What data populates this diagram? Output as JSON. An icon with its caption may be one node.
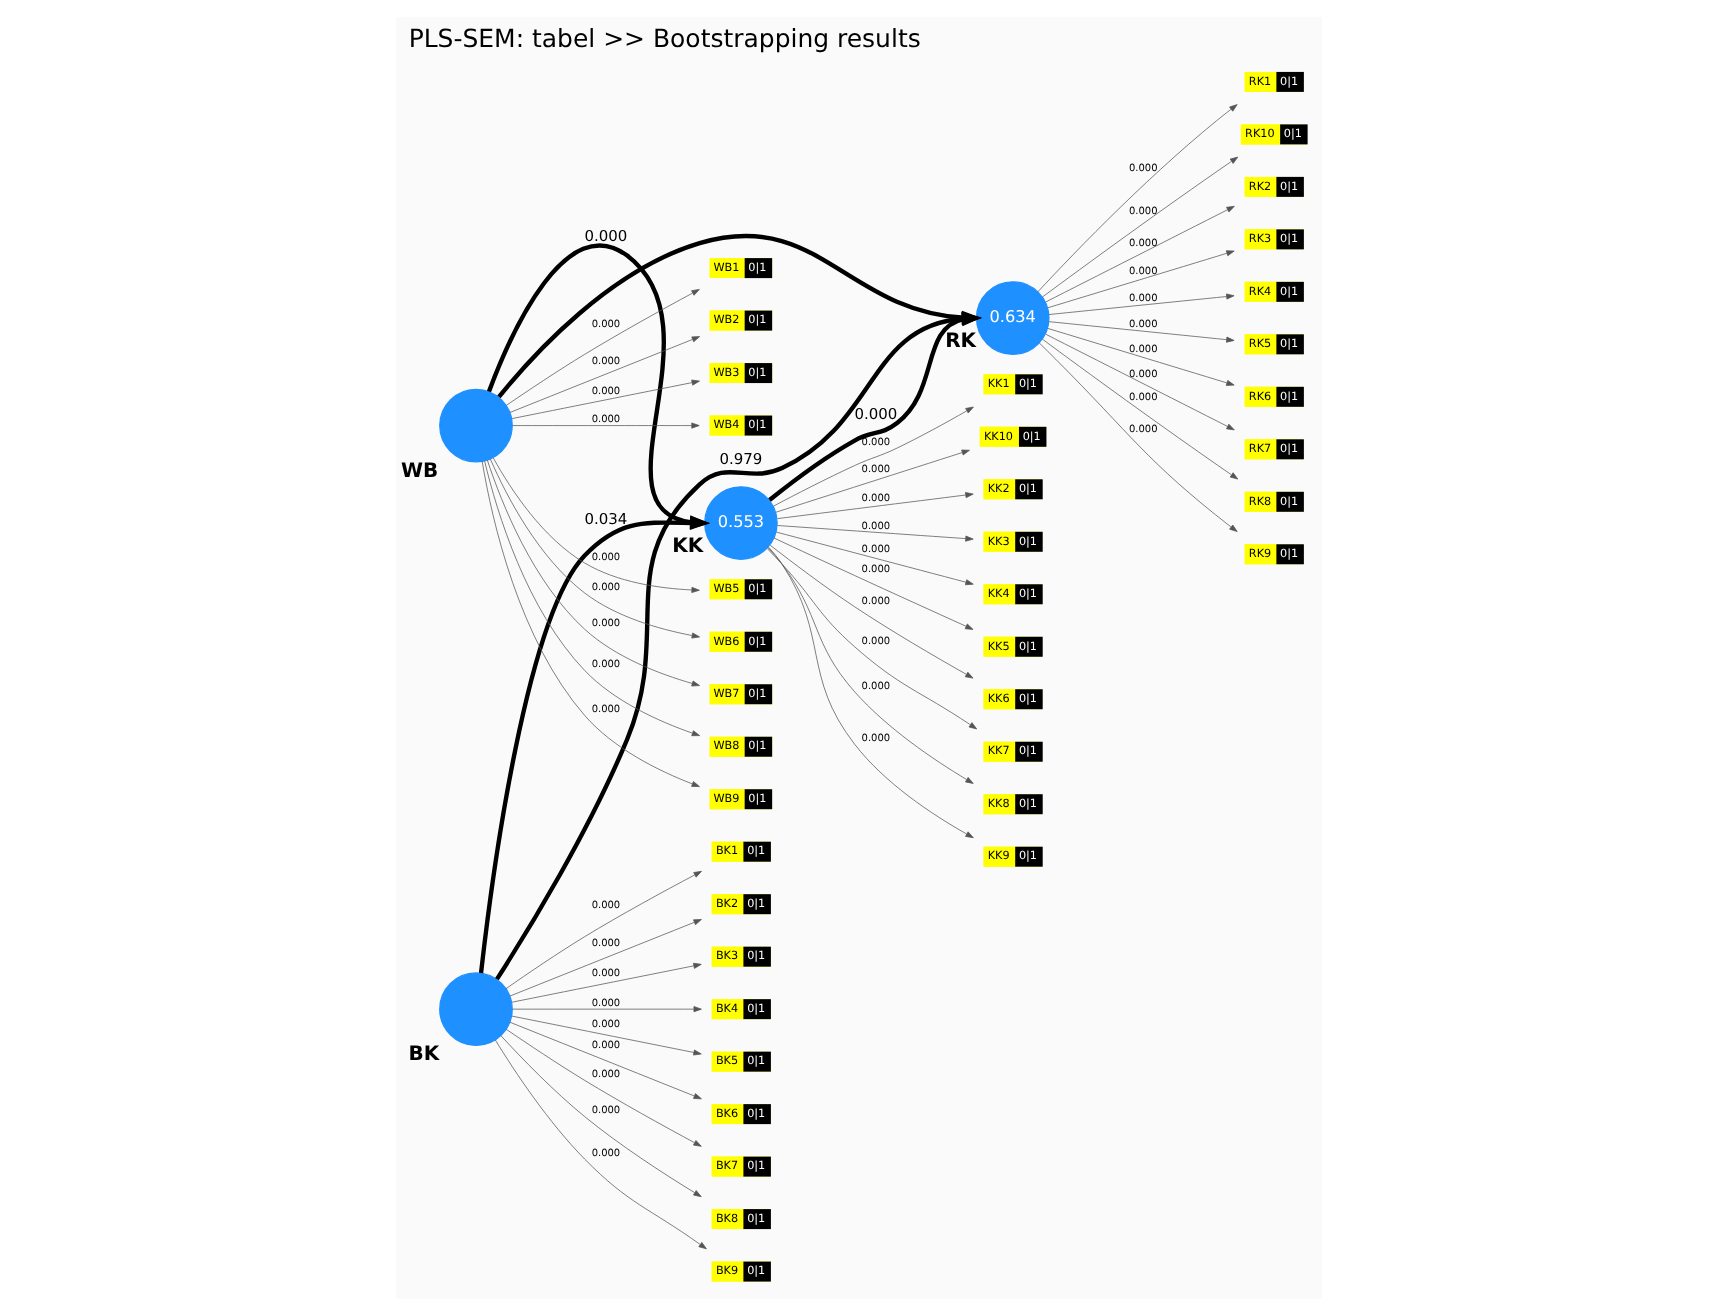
{
  "diagram": {
    "title": "PLS-SEM: tabel >> Bootstrapping results",
    "nodes": [
      {
        "text": [],
        "shape": "circle",
        "beside": [
          "BK"
        ]
      },
      {
        "text": [
          "0.553"
        ],
        "beside": [
          "KK"
        ]
      },
      {
        "text": [
          "0.634"
        ],
        "beside": [
          "RK"
        ]
      },
      {
        "text": [],
        "shape": "circle",
        "beside": [
          "WB"
        ]
      },
      {
        "text": [
          "BK1",
          "0|1"
        ]
      },
      {
        "text": [
          "BK2",
          "0|1"
        ]
      },
      {
        "text": [
          "BK3",
          "0|1"
        ]
      },
      {
        "text": [
          "BK4",
          "0|1"
        ]
      },
      {
        "text": [
          "BK5",
          "0|1"
        ]
      },
      {
        "text": [
          "BK6",
          "0|1"
        ]
      },
      {
        "text": [
          "BK7",
          "0|1"
        ]
      },
      {
        "text": [
          "BK8",
          "0|1"
        ]
      },
      {
        "text": [
          "BK9",
          "0|1"
        ]
      },
      {
        "text": [
          "WB1",
          "0|1"
        ]
      },
      {
        "text": [
          "WB2",
          "0|1"
        ]
      },
      {
        "text": [
          "WB3",
          "0|1"
        ]
      },
      {
        "text": [
          "WB4",
          "0|1"
        ]
      },
      {
        "text": [
          "WB5",
          "0|1"
        ]
      },
      {
        "text": [
          "WB6",
          "0|1"
        ]
      },
      {
        "text": [
          "WB7",
          "0|1"
        ]
      },
      {
        "text": [
          "WB8",
          "0|1"
        ]
      },
      {
        "text": [
          "WB9",
          "0|1"
        ]
      },
      {
        "text": [
          "KK1",
          "0|1"
        ]
      },
      {
        "text": [
          "KK10",
          "0|1"
        ]
      },
      {
        "text": [
          "KK2",
          "0|1"
        ]
      },
      {
        "text": [
          "KK3",
          "0|1"
        ]
      },
      {
        "text": [
          "KK4",
          "0|1"
        ]
      },
      {
        "text": [
          "KK5",
          "0|1"
        ]
      },
      {
        "text": [
          "KK6",
          "0|1"
        ]
      },
      {
        "text": [
          "KK7",
          "0|1"
        ]
      },
      {
        "text": [
          "KK8",
          "0|1"
        ]
      },
      {
        "text": [
          "KK9",
          "0|1"
        ]
      },
      {
        "text": [
          "RK1",
          "0|1"
        ]
      },
      {
        "text": [
          "RK10",
          "0|1"
        ]
      },
      {
        "text": [
          "RK2",
          "0|1"
        ]
      },
      {
        "text": [
          "RK3",
          "0|1"
        ]
      },
      {
        "text": [
          "RK4",
          "0|1"
        ]
      },
      {
        "text": [
          "RK5",
          "0|1"
        ]
      },
      {
        "text": [
          "RK6",
          "0|1"
        ]
      },
      {
        "text": [
          "RK7",
          "0|1"
        ]
      },
      {
        "text": [
          "RK8",
          "0|1"
        ]
      },
      {
        "text": [
          "RK9",
          "0|1"
        ]
      }
    ],
    "edges": [
      {
        "from": 0,
        "to": 1,
        "arrow": "to",
        "label": "0.034",
        "style": "thick"
      },
      {
        "from": 0,
        "to": 2,
        "arrow": "to",
        "label": "0.979",
        "style": "thick"
      },
      {
        "from": 3,
        "to": 1,
        "arrow": "to",
        "label": "0.000",
        "style": "thick"
      },
      {
        "from": 3,
        "to": 2,
        "arrow": "to",
        "style": "thick"
      },
      {
        "from": 1,
        "to": 2,
        "arrow": "to",
        "label": "0.000",
        "style": "thick"
      },
      {
        "from": 0,
        "to": 4,
        "arrow": "to",
        "label": "0.000"
      },
      {
        "from": 0,
        "to": 5,
        "arrow": "to",
        "label": "0.000"
      },
      {
        "from": 0,
        "to": 6,
        "arrow": "to",
        "label": "0.000"
      },
      {
        "from": 0,
        "to": 7,
        "arrow": "to",
        "label": "0.000"
      },
      {
        "from": 0,
        "to": 8,
        "arrow": "to",
        "label": "0.000"
      },
      {
        "from": 0,
        "to": 9,
        "arrow": "to",
        "label": "0.000"
      },
      {
        "from": 0,
        "to": 10,
        "arrow": "to",
        "label": "0.000"
      },
      {
        "from": 0,
        "to": 11,
        "arrow": "to",
        "label": "0.000"
      },
      {
        "from": 0,
        "to": 12,
        "arrow": "to",
        "label": "0.000"
      },
      {
        "from": 3,
        "to": 13,
        "arrow": "to",
        "label": "0.000"
      },
      {
        "from": 3,
        "to": 14,
        "arrow": "to",
        "label": "0.000"
      },
      {
        "from": 3,
        "to": 15,
        "arrow": "to",
        "label": "0.000"
      },
      {
        "from": 3,
        "to": 16,
        "arrow": "to",
        "label": "0.000"
      },
      {
        "from": 3,
        "to": 17,
        "arrow": "to",
        "label": "0.000"
      },
      {
        "from": 3,
        "to": 18,
        "arrow": "to",
        "label": "0.000"
      },
      {
        "from": 3,
        "to": 19,
        "arrow": "to",
        "label": "0.000"
      },
      {
        "from": 3,
        "to": 20,
        "arrow": "to",
        "label": "0.000"
      },
      {
        "from": 3,
        "to": 21,
        "arrow": "to",
        "label": "0.000"
      },
      {
        "from": 1,
        "to": 22,
        "arrow": "to",
        "label": "0.000"
      },
      {
        "from": 1,
        "to": 23,
        "arrow": "to",
        "label": "0.000"
      },
      {
        "from": 1,
        "to": 24,
        "arrow": "to",
        "label": "0.000"
      },
      {
        "from": 1,
        "to": 25,
        "arrow": "to",
        "label": "0.000"
      },
      {
        "from": 1,
        "to": 26,
        "arrow": "to",
        "label": "0.000"
      },
      {
        "from": 1,
        "to": 27,
        "arrow": "to",
        "label": "0.000"
      },
      {
        "from": 1,
        "to": 28,
        "arrow": "to",
        "label": "0.000"
      },
      {
        "from": 1,
        "to": 29,
        "arrow": "to",
        "label": "0.000"
      },
      {
        "from": 1,
        "to": 30,
        "arrow": "to",
        "label": "0.000"
      },
      {
        "from": 1,
        "to": 31,
        "arrow": "to",
        "label": "0.000"
      },
      {
        "from": 2,
        "to": 32,
        "arrow": "to",
        "label": "0.000"
      },
      {
        "from": 2,
        "to": 33,
        "arrow": "to",
        "label": "0.000"
      },
      {
        "from": 2,
        "to": 34,
        "arrow": "to",
        "label": "0.000"
      },
      {
        "from": 2,
        "to": 35,
        "arrow": "to",
        "label": "0.000"
      },
      {
        "from": 2,
        "to": 36,
        "arrow": "to",
        "label": "0.000"
      },
      {
        "from": 2,
        "to": 37,
        "arrow": "to",
        "label": "0.000"
      },
      {
        "from": 2,
        "to": 38,
        "arrow": "to",
        "label": "0.000"
      },
      {
        "from": 2,
        "to": 39,
        "arrow": "to",
        "label": "0.000"
      },
      {
        "from": 2,
        "to": 40,
        "arrow": "to",
        "label": "0.000"
      },
      {
        "from": 2,
        "to": 41,
        "arrow": "to",
        "label": "0.000"
      }
    ]
  }
}
